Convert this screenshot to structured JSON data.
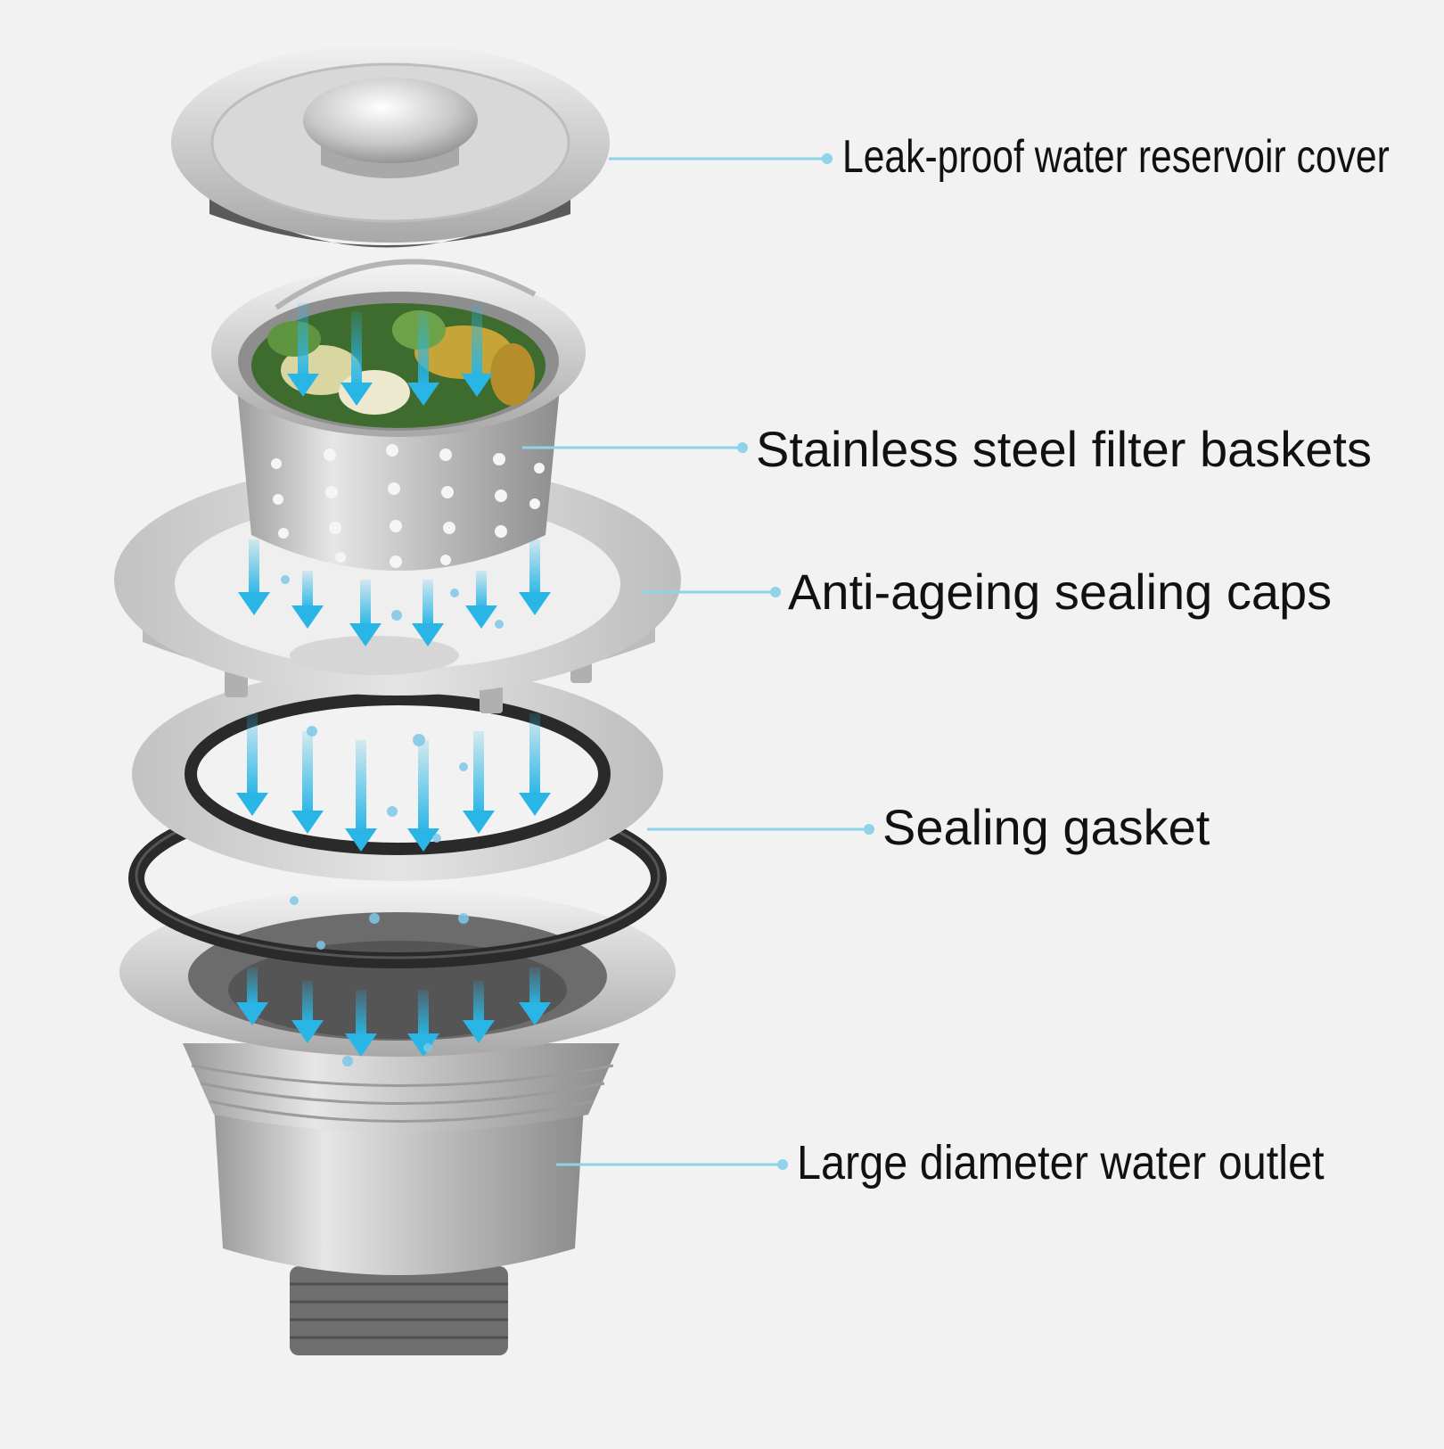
{
  "colors": {
    "background": "#f2f2f2",
    "leader_line": "#8fd3e8",
    "water_arrow": "#29b6e6",
    "steel": "#c9c9c9",
    "rubber": "#2a2a2a",
    "label_text": "#111111"
  },
  "parts": [
    {
      "id": "cover",
      "label": "Leak-proof water reservoir cover"
    },
    {
      "id": "basket",
      "label": "Stainless steel filter baskets"
    },
    {
      "id": "cap",
      "label": "Anti-ageing sealing caps"
    },
    {
      "id": "gasket",
      "label": "Sealing gasket"
    },
    {
      "id": "outlet",
      "label": "Large diameter water outlet"
    }
  ],
  "icons": [
    "water-flow-arrow-icon",
    "callout-dot-icon"
  ]
}
